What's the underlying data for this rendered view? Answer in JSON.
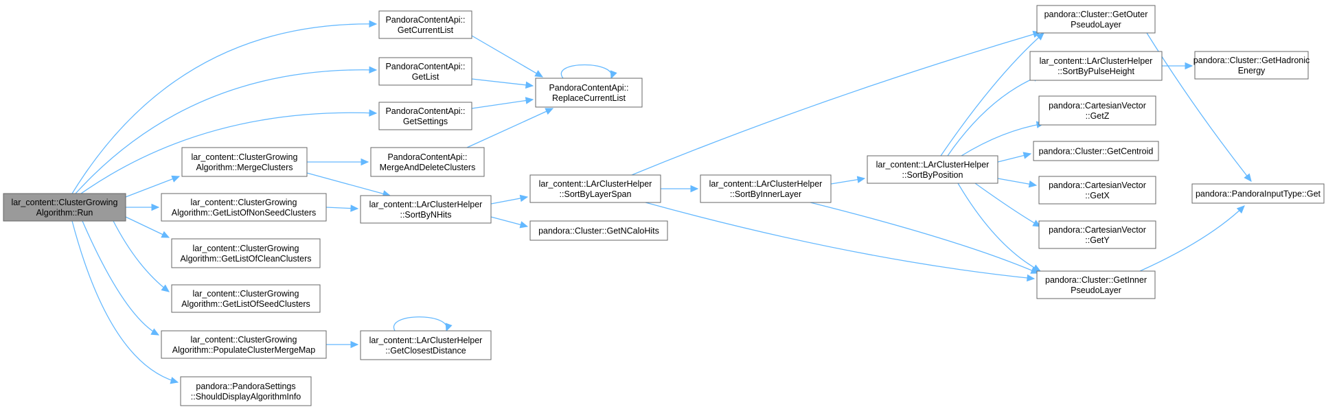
{
  "graph": {
    "title": "lar_content::ClusterGrowingAlgorithm::Run call graph",
    "edge_color": "#63b8ff",
    "root_fill": "#9a9a9a",
    "nodes": [
      {
        "id": "run",
        "lines": [
          "lar_content::ClusterGrowing",
          "Algorithm::Run"
        ],
        "root": true
      },
      {
        "id": "getCurrentList",
        "lines": [
          "PandoraContentApi::",
          "GetCurrentList"
        ]
      },
      {
        "id": "getList",
        "lines": [
          "PandoraContentApi::",
          "GetList"
        ]
      },
      {
        "id": "getSettings",
        "lines": [
          "PandoraContentApi::",
          "GetSettings"
        ]
      },
      {
        "id": "replaceCurrentList",
        "lines": [
          "PandoraContentApi::",
          "ReplaceCurrentList"
        ]
      },
      {
        "id": "mergeClusters",
        "lines": [
          "lar_content::ClusterGrowing",
          "Algorithm::MergeClusters"
        ]
      },
      {
        "id": "mergeAndDelete",
        "lines": [
          "PandoraContentApi::",
          "MergeAndDeleteClusters"
        ]
      },
      {
        "id": "getListNonSeed",
        "lines": [
          "lar_content::ClusterGrowing",
          "Algorithm::GetListOfNonSeedClusters"
        ]
      },
      {
        "id": "sortByNHits",
        "lines": [
          "lar_content::LArClusterHelper",
          "::SortByNHits"
        ]
      },
      {
        "id": "getListClean",
        "lines": [
          "lar_content::ClusterGrowing",
          "Algorithm::GetListOfCleanClusters"
        ]
      },
      {
        "id": "getListSeed",
        "lines": [
          "lar_content::ClusterGrowing",
          "Algorithm::GetListOfSeedClusters"
        ]
      },
      {
        "id": "populateMergeMap",
        "lines": [
          "lar_content::ClusterGrowing",
          "Algorithm::PopulateClusterMergeMap"
        ]
      },
      {
        "id": "getClosestDistance",
        "lines": [
          "lar_content::LArClusterHelper",
          "::GetClosestDistance"
        ]
      },
      {
        "id": "shouldDisplay",
        "lines": [
          "pandora::PandoraSettings",
          "::ShouldDisplayAlgorithmInfo"
        ]
      },
      {
        "id": "sortByLayerSpan",
        "lines": [
          "lar_content::LArClusterHelper",
          "::SortByLayerSpan"
        ]
      },
      {
        "id": "getNCaloHits",
        "lines": [
          "pandora::Cluster::GetNCaloHits"
        ]
      },
      {
        "id": "sortByInnerLayer",
        "lines": [
          "lar_content::LArClusterHelper",
          "::SortByInnerLayer"
        ]
      },
      {
        "id": "sortByPosition",
        "lines": [
          "lar_content::LArClusterHelper",
          "::SortByPosition"
        ]
      },
      {
        "id": "getOuterPseudoLayer",
        "lines": [
          "pandora::Cluster::GetOuter",
          "PseudoLayer"
        ]
      },
      {
        "id": "sortByPulseHeight",
        "lines": [
          "lar_content::LArClusterHelper",
          "::SortByPulseHeight"
        ]
      },
      {
        "id": "getZ",
        "lines": [
          "pandora::CartesianVector",
          "::GetZ"
        ]
      },
      {
        "id": "getCentroid",
        "lines": [
          "pandora::Cluster::GetCentroid"
        ]
      },
      {
        "id": "getX",
        "lines": [
          "pandora::CartesianVector",
          "::GetX"
        ]
      },
      {
        "id": "getY",
        "lines": [
          "pandora::CartesianVector",
          "::GetY"
        ]
      },
      {
        "id": "getInnerPseudoLayer",
        "lines": [
          "pandora::Cluster::GetInner",
          "PseudoLayer"
        ]
      },
      {
        "id": "getHadronicEnergy",
        "lines": [
          "pandora::Cluster::GetHadronic",
          "Energy"
        ]
      },
      {
        "id": "pandoraInputTypeGet",
        "lines": [
          "pandora::PandoraInputType::Get"
        ]
      }
    ],
    "edges": [
      [
        "run",
        "getCurrentList"
      ],
      [
        "run",
        "getList"
      ],
      [
        "run",
        "getSettings"
      ],
      [
        "run",
        "mergeClusters"
      ],
      [
        "run",
        "getListNonSeed"
      ],
      [
        "run",
        "getListClean"
      ],
      [
        "run",
        "getListSeed"
      ],
      [
        "run",
        "populateMergeMap"
      ],
      [
        "run",
        "shouldDisplay"
      ],
      [
        "getCurrentList",
        "replaceCurrentList"
      ],
      [
        "getList",
        "replaceCurrentList"
      ],
      [
        "getSettings",
        "replaceCurrentList"
      ],
      [
        "replaceCurrentList",
        "replaceCurrentList"
      ],
      [
        "mergeClusters",
        "mergeAndDelete"
      ],
      [
        "mergeClusters",
        "sortByNHits"
      ],
      [
        "mergeAndDelete",
        "replaceCurrentList"
      ],
      [
        "getListNonSeed",
        "sortByNHits"
      ],
      [
        "sortByNHits",
        "sortByLayerSpan"
      ],
      [
        "sortByNHits",
        "getNCaloHits"
      ],
      [
        "populateMergeMap",
        "getClosestDistance"
      ],
      [
        "getClosestDistance",
        "getClosestDistance"
      ],
      [
        "sortByLayerSpan",
        "getOuterPseudoLayer"
      ],
      [
        "sortByLayerSpan",
        "sortByInnerLayer"
      ],
      [
        "sortByLayerSpan",
        "getInnerPseudoLayer"
      ],
      [
        "sortByInnerLayer",
        "sortByPosition"
      ],
      [
        "sortByInnerLayer",
        "getInnerPseudoLayer"
      ],
      [
        "sortByPosition",
        "getOuterPseudoLayer"
      ],
      [
        "sortByPosition",
        "sortByPulseHeight"
      ],
      [
        "sortByPosition",
        "getZ"
      ],
      [
        "sortByPosition",
        "getCentroid"
      ],
      [
        "sortByPosition",
        "getX"
      ],
      [
        "sortByPosition",
        "getY"
      ],
      [
        "sortByPosition",
        "getInnerPseudoLayer"
      ],
      [
        "getOuterPseudoLayer",
        "pandoraInputTypeGet"
      ],
      [
        "sortByPulseHeight",
        "getHadronicEnergy"
      ],
      [
        "getInnerPseudoLayer",
        "pandoraInputTypeGet"
      ]
    ]
  }
}
